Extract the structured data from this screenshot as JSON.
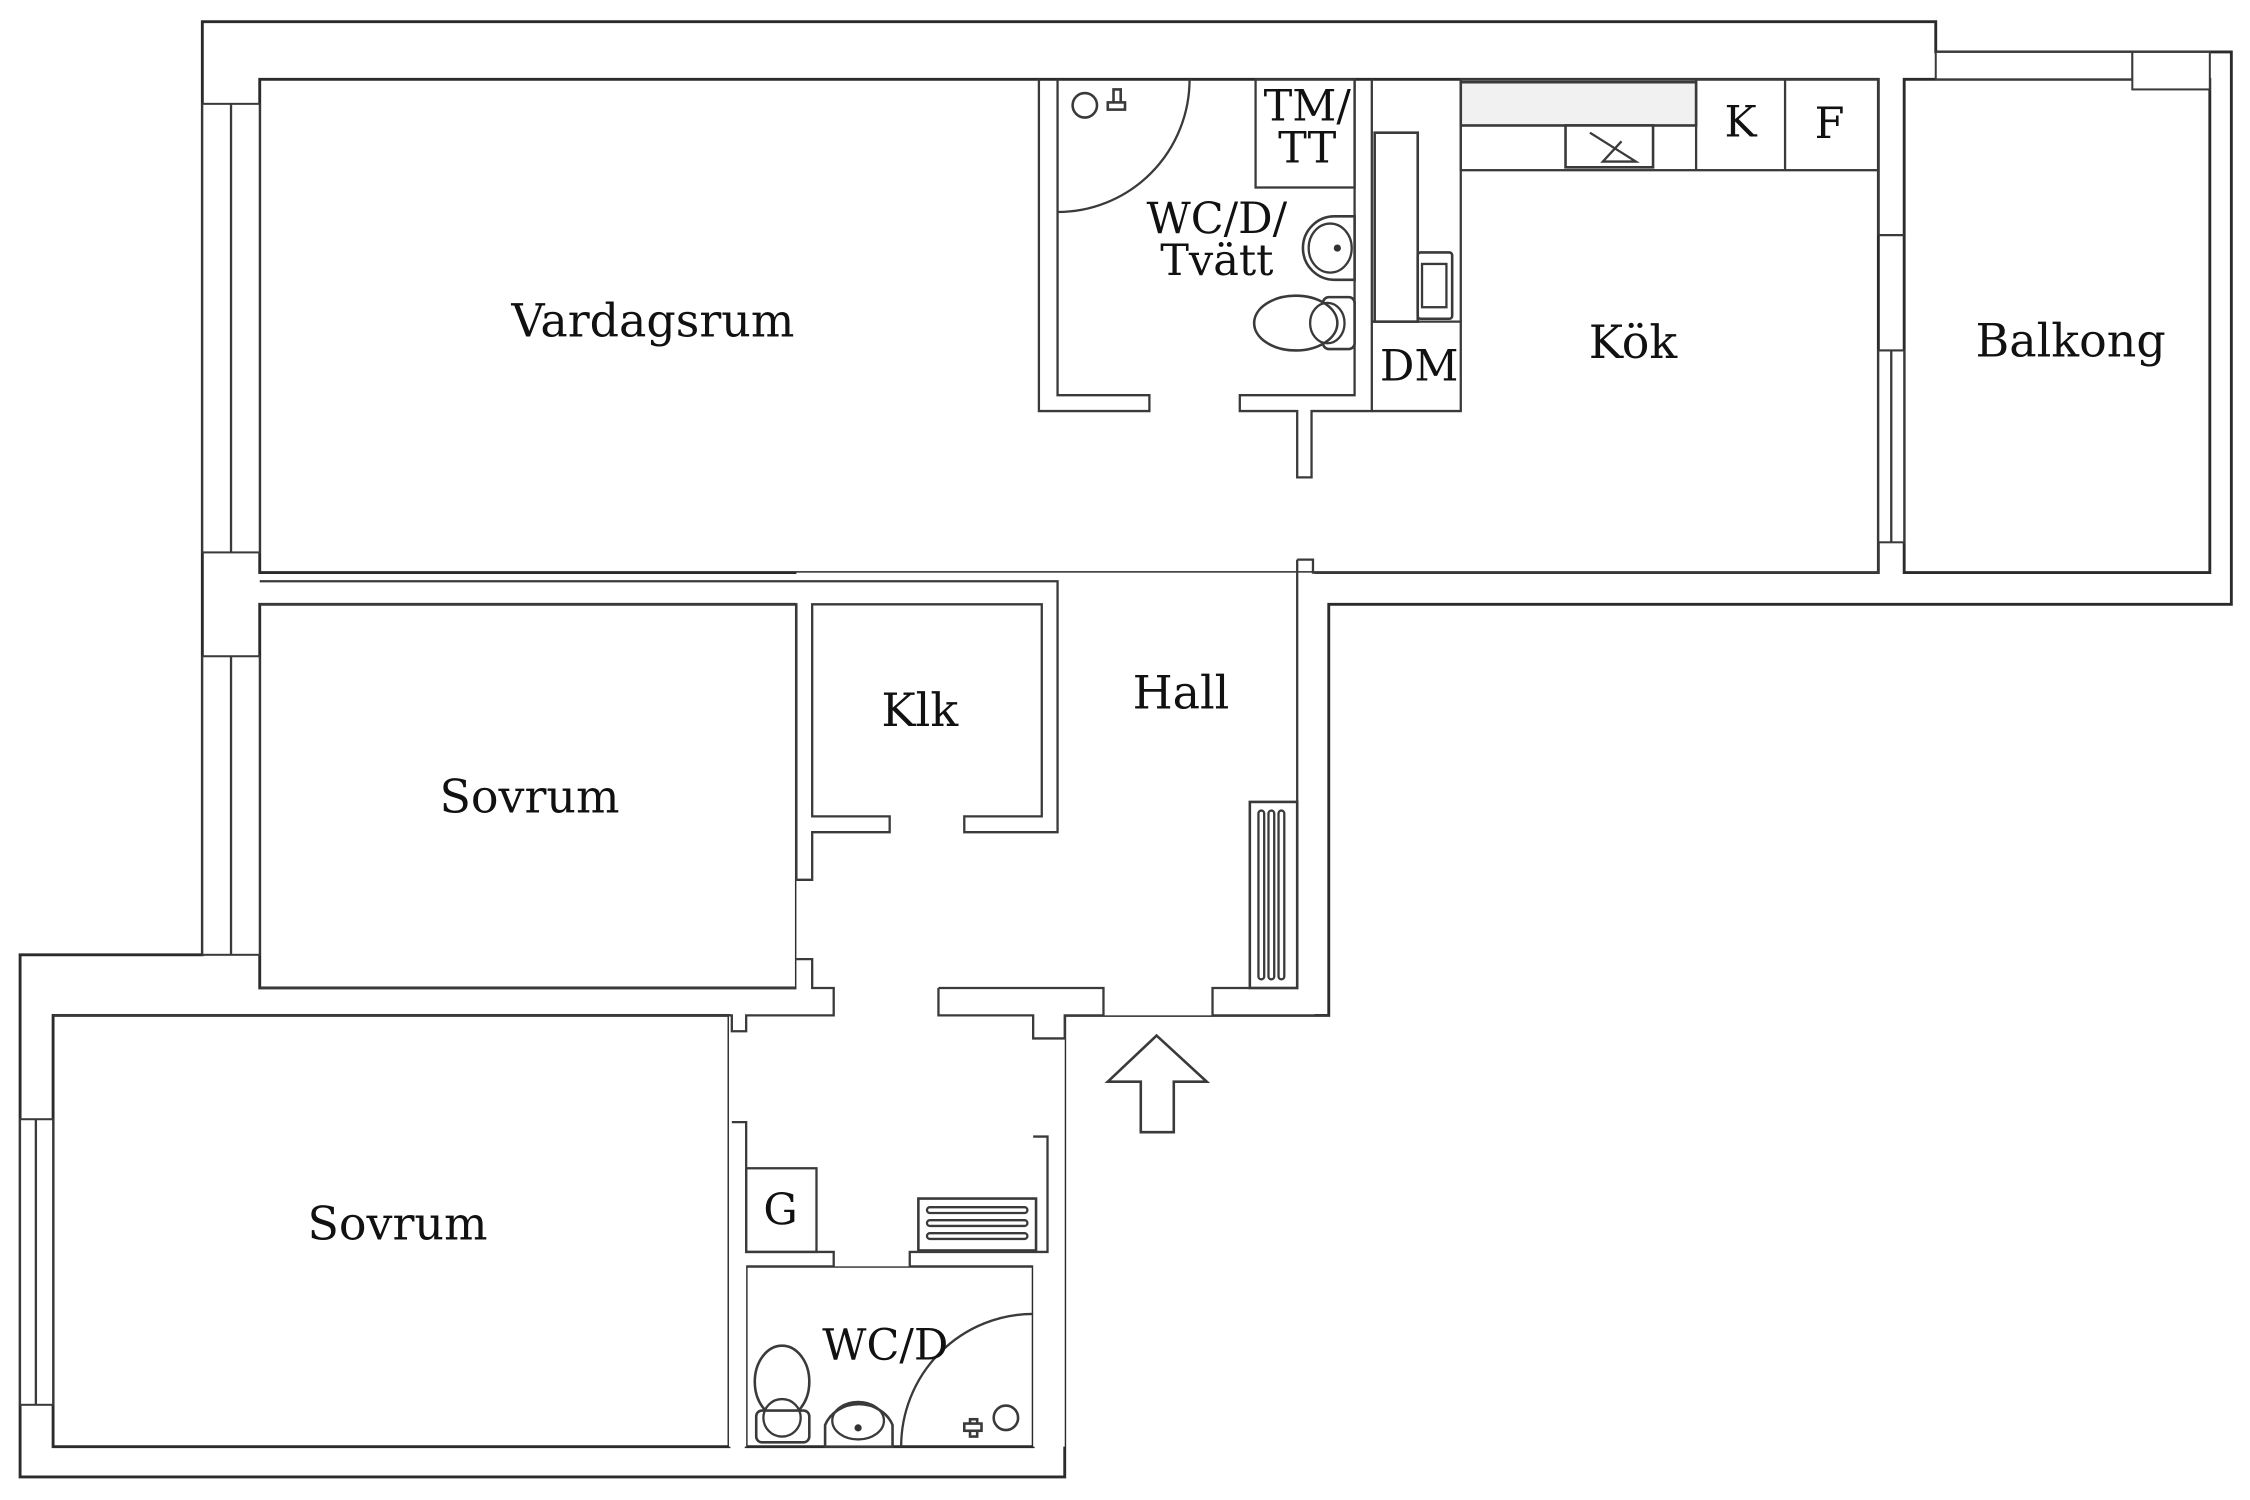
{
  "rooms": {
    "vardagsrum": "Vardagsrum",
    "wc_tvatt_line1": "WC/D/",
    "wc_tvatt_line2": "Tvätt",
    "tm_line1": "TM/",
    "tm_line2": "TT",
    "dm": "DM",
    "kok": "Kök",
    "k": "K",
    "f": "F",
    "balkong": "Balkong",
    "klk": "Klk",
    "hall": "Hall",
    "sovrum_1": "Sovrum",
    "sovrum_2": "Sovrum",
    "g": "G",
    "wc_d": "WC/D"
  },
  "icons": {
    "entrance": "arrow-up-icon",
    "radiator": "radiator-icon",
    "toilet": "toilet-icon",
    "sink": "sink-icon",
    "shower": "shower-icon"
  }
}
